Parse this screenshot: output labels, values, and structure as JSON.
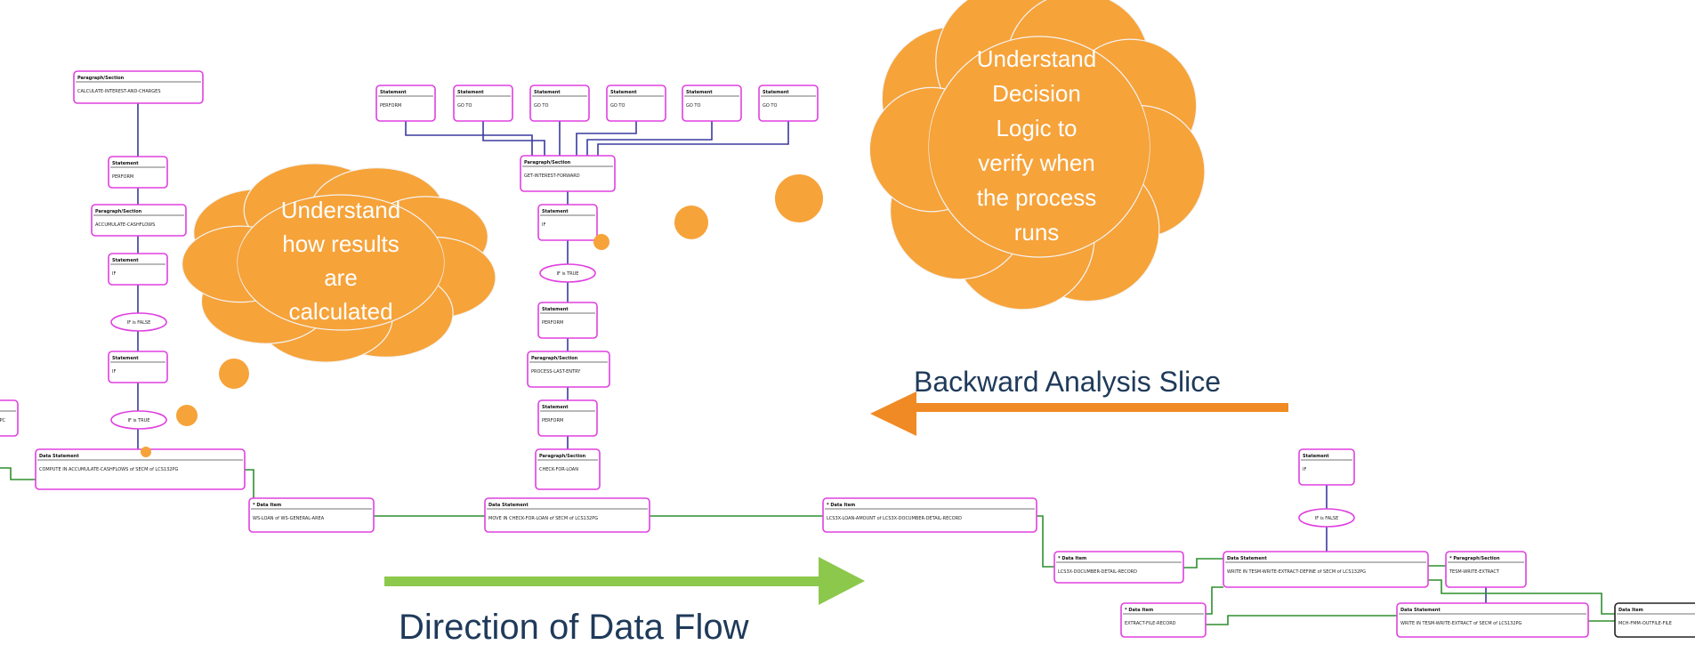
{
  "nodes": {
    "calc_interest": {
      "type": "Paragraph/Section",
      "label": "CALCULATE-INTEREST-AND-CHARGES"
    },
    "perform_1": {
      "type": "Statement",
      "label": "PERFORM"
    },
    "accumulate_cashflows": {
      "type": "Paragraph/Section",
      "label": "ACCUMULATE-CASHFLOWS"
    },
    "if_1": {
      "type": "Statement",
      "label": "IF"
    },
    "if_2": {
      "type": "Statement",
      "label": "IF"
    },
    "compute": {
      "type": "Data Statement",
      "label": "COMPUTE IN ACCUMULATE-CASHFLOWS of SECM of LCS132PG"
    },
    "partial_left": {
      "type": "",
      "label": "RPC"
    },
    "perform_top": {
      "type": "Statement",
      "label": "PERFORM"
    },
    "goto_1": {
      "type": "Statement",
      "label": "GO TO"
    },
    "goto_2": {
      "type": "Statement",
      "label": "GO TO"
    },
    "goto_3": {
      "type": "Statement",
      "label": "GO TO"
    },
    "goto_4": {
      "type": "Statement",
      "label": "GO TO"
    },
    "goto_5": {
      "type": "Statement",
      "label": "GO TO"
    },
    "get_interest": {
      "type": "Paragraph/Section",
      "label": "GET-INTEREST-FORWARD"
    },
    "if_3": {
      "type": "Statement",
      "label": "IF"
    },
    "perform_2": {
      "type": "Statement",
      "label": "PERFORM"
    },
    "process_last": {
      "type": "Paragraph/Section",
      "label": "PROCESS-LAST-ENTRY"
    },
    "perform_3": {
      "type": "Statement",
      "label": "PERFORM"
    },
    "check_loan": {
      "type": "Paragraph/Section",
      "label": "CHECK-FOR-LOAN"
    },
    "ws_loan": {
      "type": "* Data Item",
      "label": "WS-LOAN of WS-GENERAL-AREA"
    },
    "move_stmt": {
      "type": "Data Statement",
      "label": "MOVE IN CHECK-FOR-LOAN of SECM of LCS132PG"
    },
    "loan_amount": {
      "type": "* Data Item",
      "label": "LCS3X-LOAN-AMOUNT of LCS3X-DOCUMBER-DETAIL-RECORD"
    },
    "if_4": {
      "type": "Statement",
      "label": "IF"
    },
    "detail_record": {
      "type": "* Data Item",
      "label": "LCS3X-DOCUMBER-DETAIL-RECORD"
    },
    "write_1": {
      "type": "Data Statement",
      "label": "WRITE IN TESM-WRITE-EXTRACT-DEFINE of SECM of LCS132PG"
    },
    "tesm_write": {
      "type": "* Paragraph/Section",
      "label": "TESM-WRITE-EXTRACT"
    },
    "extract_rec": {
      "type": "* Data Item",
      "label": "EXTRACT-FILE-RECORD"
    },
    "write_2": {
      "type": "Data Statement",
      "label": "WRITE IN TESM-WRITE-EXTRACT of SECM of LCS132PG"
    },
    "out_file": {
      "type": "Data Item",
      "label": "MCH-FMM-OUTFILE-FILE"
    }
  },
  "conditions": {
    "c1": "IF is FALSE",
    "c2": "IF is TRUE",
    "c3": "IF is TRUE",
    "c4": "IF is FALSE"
  },
  "bubbles": {
    "results": [
      "Understand",
      "how results",
      "are",
      "calculated"
    ],
    "decision": [
      "Understand",
      "Decision",
      "Logic to",
      "verify when",
      "the process",
      "runs"
    ]
  },
  "annotations": {
    "backward": "Backward Analysis Slice",
    "forward": "Direction of Data Flow"
  },
  "colors": {
    "node_border": "#e040e0",
    "control_edge": "#3a3aa0",
    "data_edge": "#2f8f2f",
    "bubble": "#f6a33a",
    "arrow_backward": "#f08a24",
    "arrow_forward": "#8cc84b",
    "annotation_text": "#1f3a5a"
  }
}
